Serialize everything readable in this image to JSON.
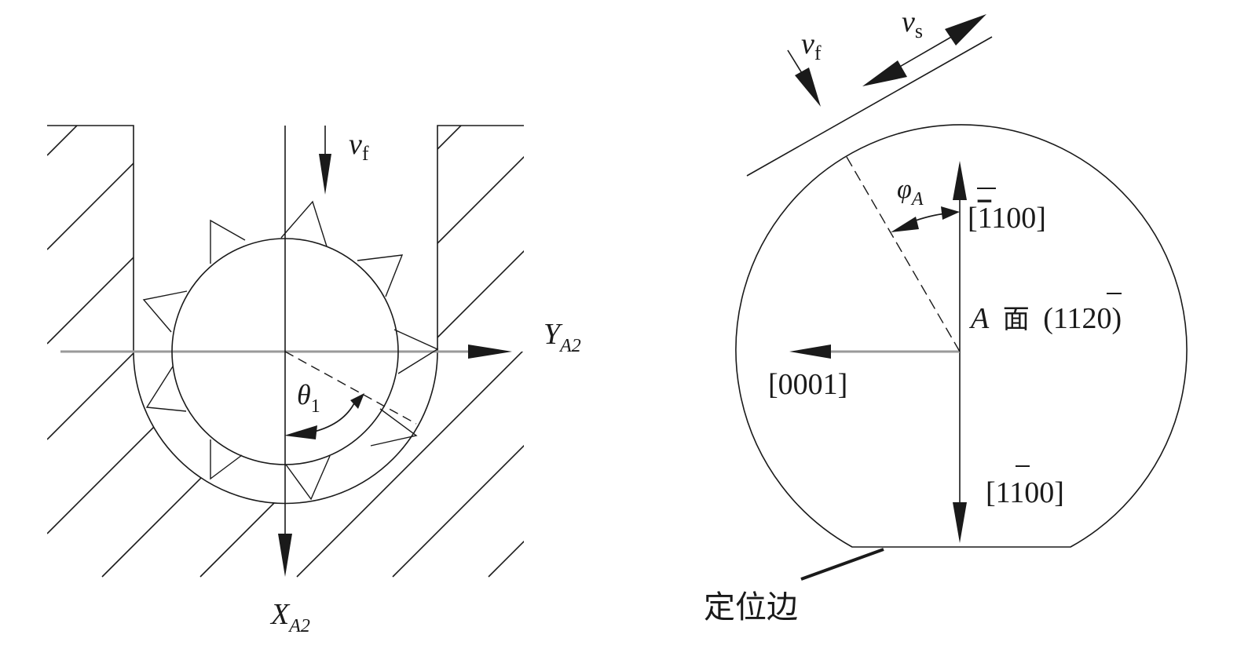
{
  "left_diagram": {
    "feed_velocity": {
      "symbol": "v",
      "subscript": "f"
    },
    "axis_y": {
      "symbol": "Y",
      "subscript": "A2"
    },
    "axis_x": {
      "symbol": "X",
      "subscript": "A2"
    },
    "angle": {
      "symbol": "θ",
      "subscript": "1"
    }
  },
  "right_diagram": {
    "feed_velocity": {
      "symbol": "v",
      "subscript": "f"
    },
    "saw_velocity": {
      "symbol": "v",
      "subscript": "s"
    },
    "angle": {
      "symbol": "φ",
      "subscript": "A"
    },
    "dir_up": {
      "open": "[",
      "bar": "1",
      "rest": "100]"
    },
    "dir_left": "[0001]",
    "dir_down": {
      "open": "[1",
      "bar": "1",
      "rest": "00]"
    },
    "plane": {
      "letter": "A",
      "word": "面",
      "open": "(11",
      "bar": "2",
      "close": "0)"
    },
    "flat_label": "定位边"
  },
  "colors": {
    "line": "#1a1a1a",
    "axis_gray": "#9a9a9a"
  }
}
